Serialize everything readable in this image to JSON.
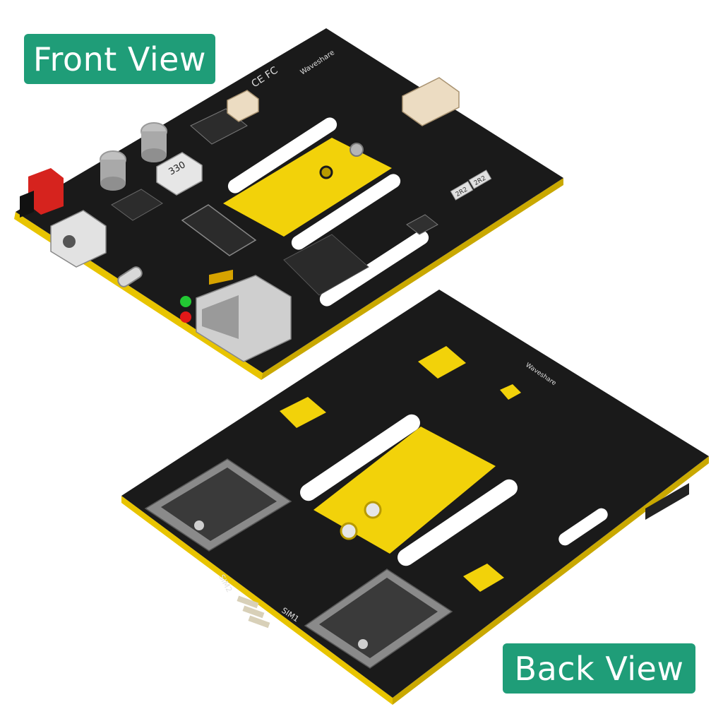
{
  "labels": {
    "front": "Front View",
    "back": "Back View"
  },
  "board_text": {
    "brand": "Waveshare",
    "cert": "CE FC",
    "sim1": "SIM1",
    "sim2": "SIM2",
    "inductor": "330",
    "resistor_a": "2R2",
    "resistor_b": "2R2"
  },
  "colors": {
    "pcb": "#1a1a1a",
    "pcb_edge": "#e8c400",
    "copper_pad": "#f2d20a",
    "badge": "#1f9d78",
    "led_green": "#22c833",
    "led_red": "#e01818",
    "metal": "#c8c8c8"
  }
}
